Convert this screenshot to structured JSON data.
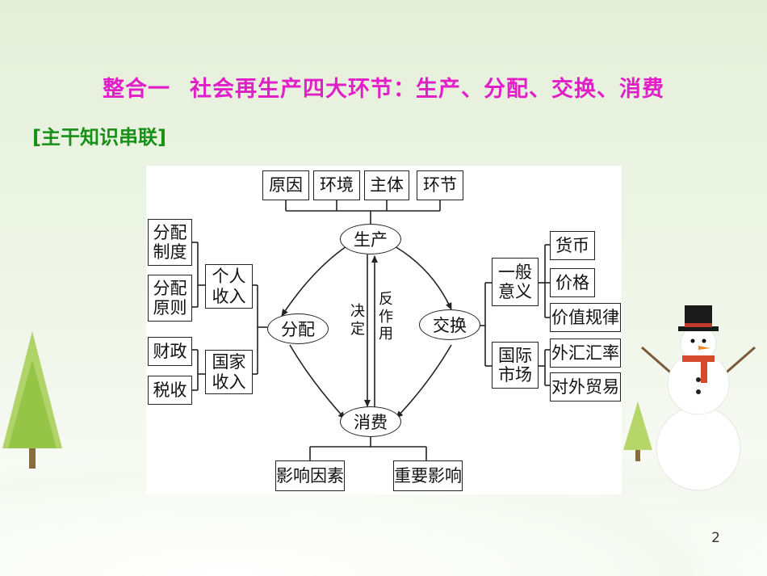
{
  "slide": {
    "title_part1": "整合一",
    "title_part2": "社会再生产四大环节：生产、分配、交换、消费",
    "subtitle": "[主干知识串联]",
    "page_number": "2"
  },
  "diagram": {
    "top_boxes": [
      "原因",
      "环境",
      "主体",
      "环节"
    ],
    "center_top": "生产",
    "center_bottom": "消费",
    "left_oval": "分配",
    "right_oval": "交换",
    "decide_label": "决定",
    "react_label": "反作用",
    "left_mid_boxes": [
      "个人收入",
      "国家收入"
    ],
    "left_outer_boxes": [
      "分配制度",
      "分配原则",
      "财政",
      "税收"
    ],
    "right_mid_boxes": [
      "一般意义",
      "国际市场"
    ],
    "right_outer_boxes": [
      "货币",
      "价格",
      "价值规律",
      "外汇汇率",
      "对外贸易"
    ],
    "bottom_boxes": [
      "影响因素",
      "重要影响"
    ]
  },
  "colors": {
    "title": "#e01fc8",
    "subtitle": "#179017",
    "line": "#222222"
  }
}
